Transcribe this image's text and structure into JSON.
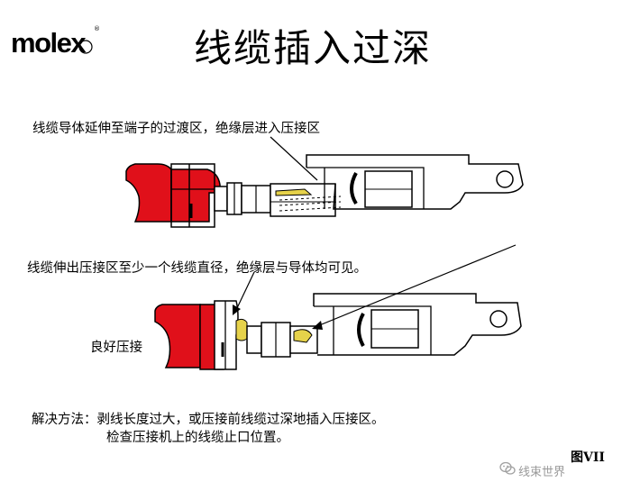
{
  "brand": {
    "logo_text": "molex",
    "reg_mark": "®"
  },
  "title": "线缆插入过深",
  "annotations": {
    "top": "线缆导体延伸至端子的过渡区，绝缘层进入压接区",
    "bottom": "线缆伸出压接区至少一个线缆直径，绝缘层与导体均可见。",
    "good_crimp": "良好压接"
  },
  "solution": {
    "line1": "解决方法：剥线长度过大，或压接前线缆过深地插入压接区。",
    "line2": "检查压接机上的线缆止口位置。"
  },
  "figure_number": "图VII",
  "watermark": "线束世界",
  "colors": {
    "insulation": "#e0101a",
    "conductor": "#e6d24a",
    "outline": "#000000"
  },
  "icons": {
    "watermark_icon": "wechat-icon"
  }
}
